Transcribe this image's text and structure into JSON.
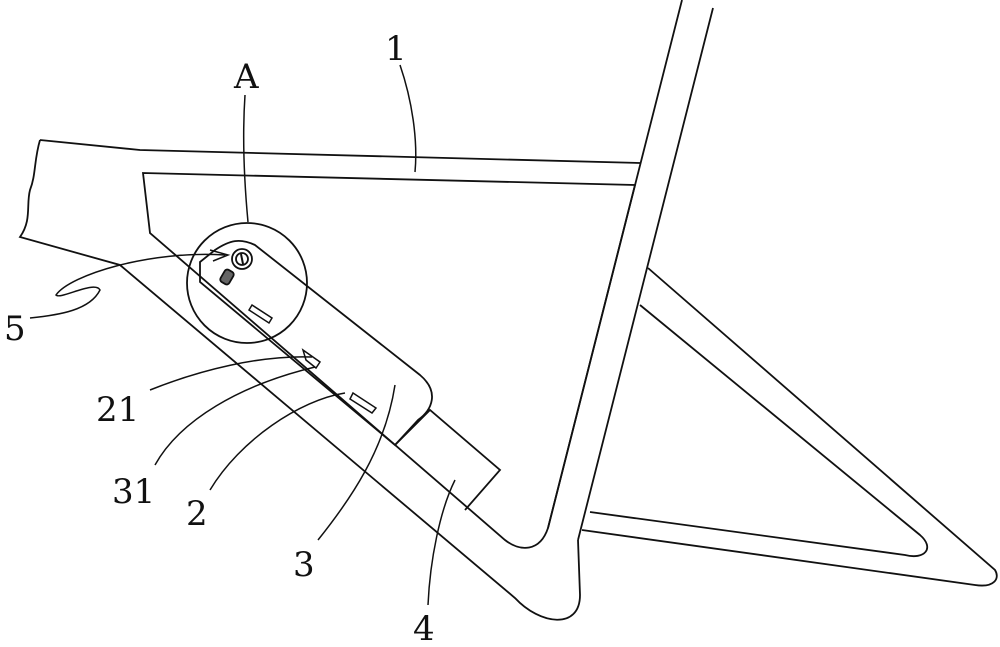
{
  "labels": {
    "A": "A",
    "frame": "1",
    "bracket": "2",
    "battery": "3",
    "base": "4",
    "lock": "5",
    "slot_21": "21",
    "slot_31": "31"
  },
  "colors": {
    "line": "#111111",
    "background": "#ffffff"
  }
}
